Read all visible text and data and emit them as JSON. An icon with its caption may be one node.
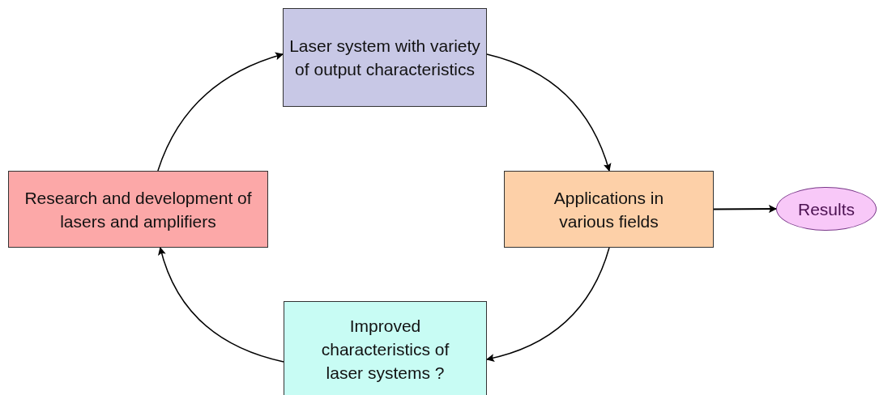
{
  "diagram": {
    "nodes": [
      {
        "text": [
          "Laser system with variety of output characteristics"
        ]
      },
      {
        "text": [
          "Applications in various fields"
        ]
      },
      {
        "text": [
          "Results"
        ]
      },
      {
        "text": [
          "Improved characteristics of laser systems ?"
        ]
      },
      {
        "text": [
          "Research and development of lasers and amplifiers"
        ]
      }
    ],
    "edges": [
      {
        "from": 4,
        "to": 0,
        "arrow": "to"
      },
      {
        "from": 0,
        "to": 1,
        "arrow": "to"
      },
      {
        "from": 1,
        "to": 2,
        "arrow": "to"
      },
      {
        "from": 1,
        "to": 3,
        "arrow": "to"
      },
      {
        "from": 3,
        "to": 4,
        "arrow": "to"
      }
    ]
  }
}
